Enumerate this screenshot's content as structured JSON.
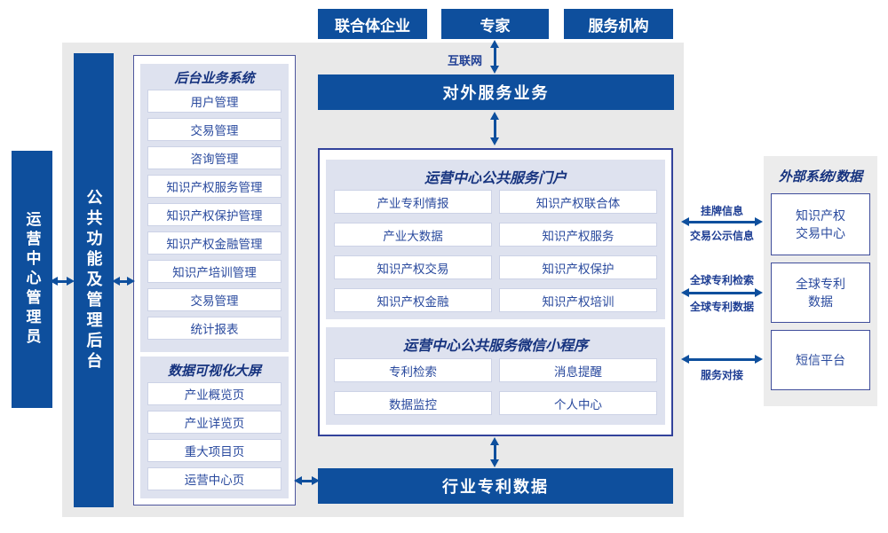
{
  "colors": {
    "primary_blue": "#0e4f9d",
    "navy_text": "#1e3e94",
    "section_bg": "#dee2ef",
    "canvas_bg": "#e9e9e9",
    "right_panel_bg": "#ececec"
  },
  "top_actors": [
    {
      "label": "联合体企业"
    },
    {
      "label": "专家"
    },
    {
      "label": "服务机构"
    }
  ],
  "labels": {
    "internet": "互联网",
    "external_service": "对外服务业务",
    "industry_patent_data": "行业专利数据"
  },
  "left_rail": {
    "admin": "运营中心管理员",
    "backend": "公共功能及管理后台"
  },
  "backend_panel": {
    "title": "后台业务系统",
    "items": [
      "用户管理",
      "交易管理",
      "咨询管理",
      "知识产权服务管理",
      "知识产权保护管理",
      "知识产权金融管理",
      "知识产培训管理",
      "交易管理",
      "统计报表"
    ]
  },
  "dataviz_panel": {
    "title": "数据可视化大屏",
    "items": [
      "产业概览页",
      "产业详览页",
      "重大项目页",
      "运营中心页"
    ]
  },
  "portal_panel": {
    "title": "运营中心公共服务门户",
    "items": [
      "产业专利情报",
      "知识产权联合体",
      "产业大数据",
      "知识产权服务",
      "知识产权交易",
      "知识产权保护",
      "知识产权金融",
      "知识产权培训"
    ]
  },
  "miniapp_panel": {
    "title": "运营中心公共服务微信小程序",
    "items": [
      "专利检索",
      "消息提醒",
      "数据监控",
      "个人中心"
    ]
  },
  "external_panel": {
    "title": "外部系统/数据",
    "systems": [
      [
        "知识产权",
        "交易中心"
      ],
      [
        "全球专利",
        "数据"
      ],
      [
        "短信平台"
      ]
    ]
  },
  "link_labels": {
    "listing_info": "挂牌信息",
    "trade_notice": "交易公示信息",
    "global_search": "全球专利检索",
    "global_data": "全球专利数据",
    "service_dock": "服务对接"
  }
}
